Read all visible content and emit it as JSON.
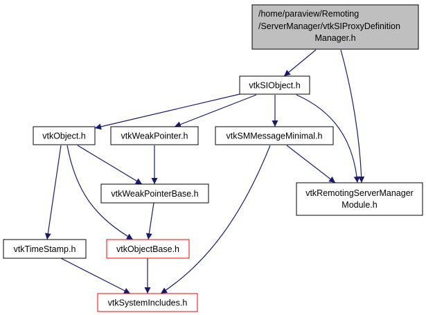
{
  "colors": {
    "edge": "#191970",
    "root_fill": "#bfbfbf",
    "normal_border": "#000000",
    "incomplete_border": "#ff0000"
  },
  "nodes": {
    "root": {
      "line1": "/home/paraview/Remoting",
      "line2": "/ServerManager/vtkSIProxyDefinition",
      "line3": "Manager.h"
    },
    "si_object": {
      "label": "vtkSIObject.h"
    },
    "object": {
      "label": "vtkObject.h"
    },
    "weak_pointer": {
      "label": "vtkWeakPointer.h"
    },
    "sm_message_minimal": {
      "label": "vtkSMMessageMinimal.h"
    },
    "weak_pointer_base": {
      "label": "vtkWeakPointerBase.h"
    },
    "remoting_module": {
      "line1": "vtkRemotingServerManager",
      "line2": "Module.h"
    },
    "time_stamp": {
      "label": "vtkTimeStamp.h"
    },
    "object_base": {
      "label": "vtkObjectBase.h"
    },
    "system_includes": {
      "label": "vtkSystemIncludes.h"
    }
  }
}
